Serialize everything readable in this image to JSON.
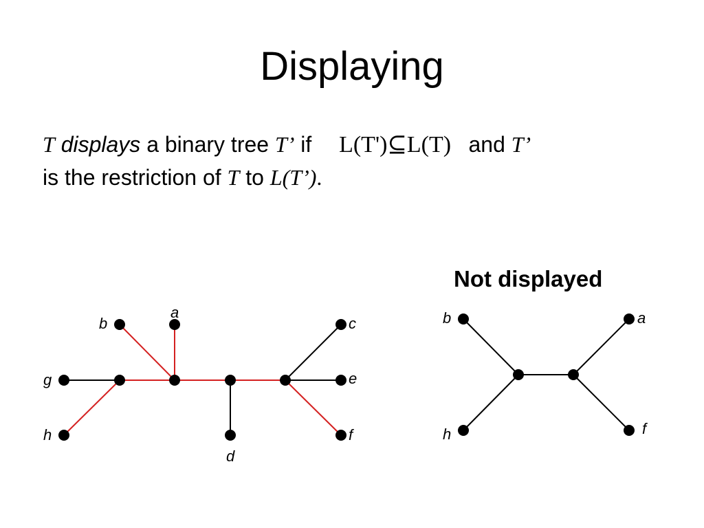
{
  "slide": {
    "title": "Displaying",
    "definition": {
      "t": "T",
      "displays": "displays",
      "a_binary_tree": "a binary tree",
      "t_prime": "T’",
      "if": "if",
      "formula_lhs": "L(T')",
      "subset_symbol": "⊆",
      "formula_rhs": "L(T)",
      "and": "and",
      "is_the_restriction_of": "is the restriction of",
      "to": "to",
      "l_t_prime": "L(T’)",
      "period": "."
    },
    "right_tree_caption": "Not displayed"
  },
  "colors": {
    "highlight_edge": "#d42020",
    "edge": "#000000",
    "node": "#000000"
  },
  "left_tree": {
    "leaf_labels": [
      "b",
      "a",
      "c",
      "g",
      "e",
      "h",
      "d",
      "f"
    ],
    "highlighted_edges": [
      [
        "b",
        "u1"
      ],
      [
        "a",
        "u2"
      ],
      [
        "h",
        "u1"
      ],
      [
        "u1",
        "u2"
      ],
      [
        "u2",
        "u3"
      ],
      [
        "u3",
        "u4"
      ],
      [
        "u4",
        "f"
      ]
    ]
  },
  "right_tree": {
    "leaf_labels": [
      "b",
      "a",
      "h",
      "f"
    ]
  }
}
